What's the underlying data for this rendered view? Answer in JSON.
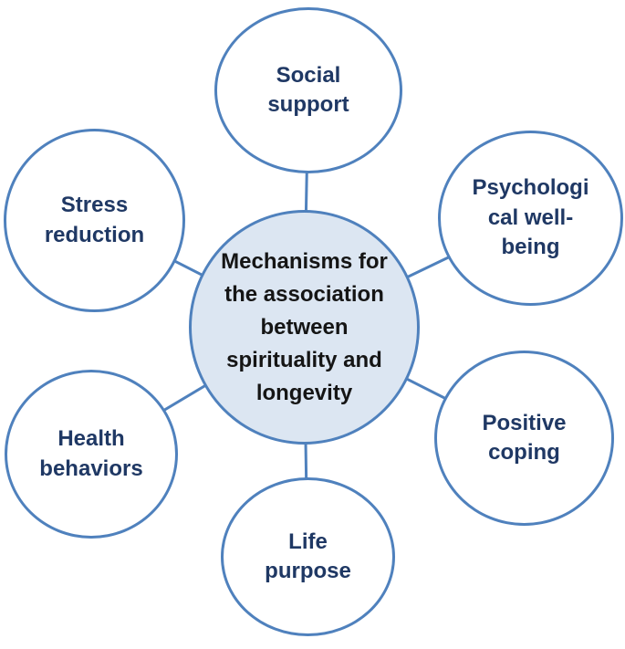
{
  "diagram": {
    "title": "Mechanisms for the association between spirituality and longevity",
    "center": {
      "label": "Mechanisms for\nthe association\nbetween\nspirituality and\nlongevity"
    },
    "nodes": [
      {
        "id": "social-support",
        "label": "Social\nsupport"
      },
      {
        "id": "psychological-well-being",
        "label": "Psychologi\ncal well-\nbeing"
      },
      {
        "id": "positive-coping",
        "label": "Positive\ncoping"
      },
      {
        "id": "life-purpose",
        "label": "Life\npurpose"
      },
      {
        "id": "health-behaviors",
        "label": "Health\nbehaviors"
      },
      {
        "id": "stress-reduction",
        "label": "Stress\nreduction"
      }
    ],
    "colors": {
      "outline": "#4f81bd",
      "center_fill": "#dce6f2",
      "node_fill": "#ffffff",
      "node_text": "#1f3864",
      "center_text": "#151515"
    }
  }
}
